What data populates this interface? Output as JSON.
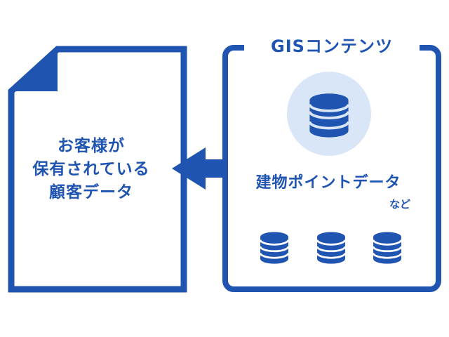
{
  "colors": {
    "primary": "#1f54b0",
    "icon_bg": "#d9e6f7",
    "background": "#ffffff"
  },
  "document": {
    "lines": [
      "お客様が",
      "保有されている",
      "顧客データ"
    ]
  },
  "gis_box": {
    "title": "GISコンテンツ",
    "label": "建物ポイントデータ",
    "label_suffix": "など"
  },
  "icons": {
    "main": "database-icon",
    "small": [
      "database-icon",
      "database-icon",
      "database-icon"
    ]
  },
  "arrow": "arrow-left-icon"
}
